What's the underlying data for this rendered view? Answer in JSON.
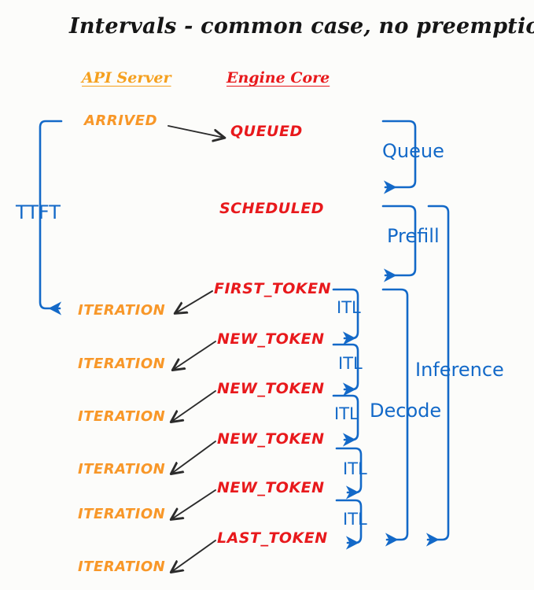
{
  "diagram": {
    "title": "Intervals - common case, no preemptions",
    "colors": {
      "api_orange": "#F89728",
      "engine_red": "#E8191C",
      "interval_blue": "#1369C8",
      "arrow_black": "#2b2b2b",
      "background": "#fcfcfa"
    },
    "columns": [
      {
        "label": "API Server",
        "color": "#F5A01E"
      },
      {
        "label": "Engine Core",
        "color": "#E8191C"
      }
    ],
    "api_events": [
      {
        "label": "ARRIVED"
      },
      {
        "label": "ITERATION"
      },
      {
        "label": "ITERATION"
      },
      {
        "label": "ITERATION"
      },
      {
        "label": "ITERATION"
      },
      {
        "label": "ITERATION"
      },
      {
        "label": "ITERATION"
      }
    ],
    "engine_events": [
      {
        "label": "QUEUED"
      },
      {
        "label": "SCHEDULED"
      },
      {
        "label": "FIRST_TOKEN"
      },
      {
        "label": "NEW_TOKEN"
      },
      {
        "label": "NEW_TOKEN"
      },
      {
        "label": "NEW_TOKEN"
      },
      {
        "label": "NEW_TOKEN"
      },
      {
        "label": "LAST_TOKEN"
      }
    ],
    "intervals": [
      {
        "label": "TTFT",
        "side": "left"
      },
      {
        "label": "Queue",
        "side": "right"
      },
      {
        "label": "Prefill",
        "side": "right"
      },
      {
        "label": "Decode",
        "side": "right"
      },
      {
        "label": "Inference",
        "side": "right"
      }
    ],
    "itl_labels": [
      {
        "label": "ITL"
      },
      {
        "label": "ITL"
      },
      {
        "label": "ITL"
      },
      {
        "label": "ITL"
      },
      {
        "label": "ITL"
      }
    ]
  }
}
